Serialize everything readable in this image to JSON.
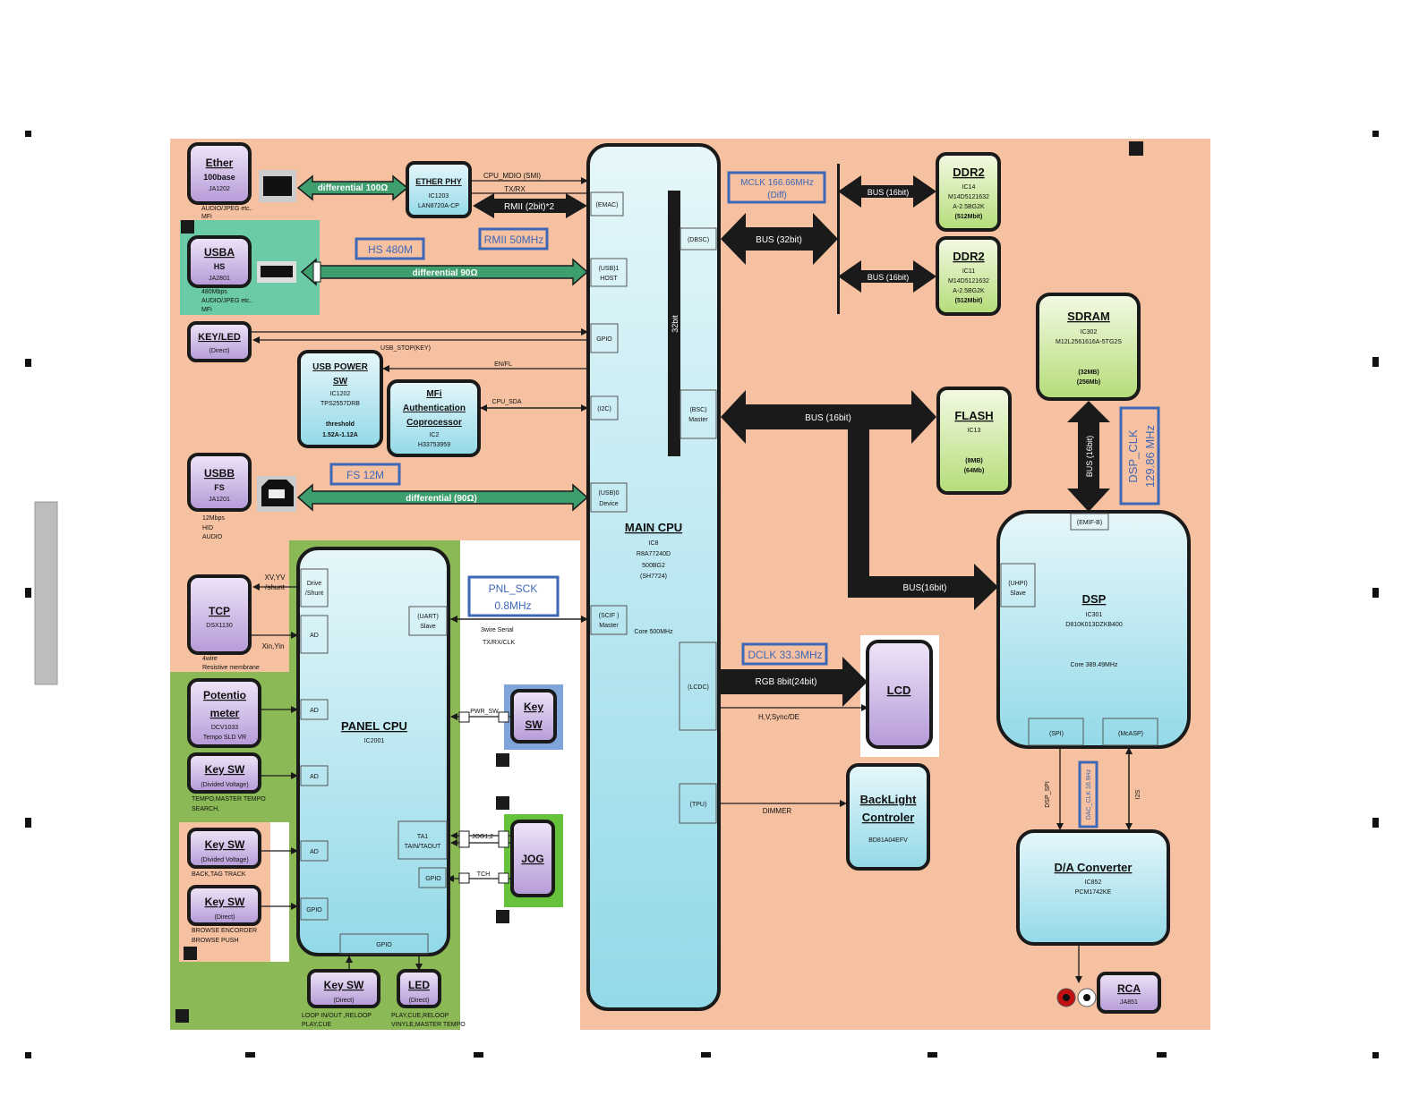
{
  "colors": {
    "salmon": "#f5c1a1",
    "green_zone": "#8ab956",
    "teal_zone": "#6bcba6",
    "blue_zone": "#7ea4d9",
    "jog_zone": "#66c23a",
    "chip_purple_top": "#efe5f8",
    "chip_purple_bottom": "#b59ad8",
    "chip_cyan_top": "#e6f7fa",
    "chip_cyan_bottom": "#93d9e8",
    "chip_green_top": "#f3fae4",
    "chip_green_bottom": "#b4dc78",
    "bus_black": "#1a1a1a",
    "diff_green": "#3e9e6e",
    "clock_blue": "#3e67b6"
  },
  "blocks": {
    "ether": {
      "title": "Ether",
      "sub": "100base",
      "ic": "JA1202",
      "note1": "AUDIO/JPEG etc..",
      "note2": "MFi"
    },
    "usba": {
      "title": "USBA",
      "sub": "HS",
      "ic": "JA2801",
      "note1": "480Mbps",
      "note2": "AUDIO/JPEG etc..",
      "note3": "MFi"
    },
    "keyled": {
      "title": "KEY/LED",
      "sub": "(Direct)"
    },
    "usb_power": {
      "title1": "USB POWER",
      "title2": "SW",
      "ic": "IC1202",
      "part": "TPS2557DRB",
      "th1": "threshold",
      "th2": "1.52A-1.12A"
    },
    "mfi": {
      "title1": "MFi",
      "title2": "Authentication",
      "title3": "Coprocessor",
      "ic": "IC2",
      "part": "H33753959"
    },
    "usbb": {
      "title": "USBB",
      "sub": "FS",
      "ic": "JA1201",
      "note1": "12Mbps",
      "note2": "HID",
      "note3": "AUDIO"
    },
    "ether_phy": {
      "title": "ETHER PHY",
      "ic": "IC1203",
      "part": "LAN8720A-CP"
    },
    "tcp": {
      "title": "TCP",
      "part": "DSX1130",
      "note1": "4wire",
      "note2": "Resistive membrane"
    },
    "potentio": {
      "title1": "Potentio",
      "title2": "meter",
      "part": "DCV1033",
      "note": "Tempo SLD VR"
    },
    "keysw1": {
      "title": "Key SW",
      "sub": "(Divided Voltage)",
      "note1": "TEMPO,MASTER TEMPO",
      "note2": "SEARCH,"
    },
    "keysw2": {
      "title": "Key SW",
      "sub": "(Divided Voltage)",
      "note1": "BACK,TAG TRACK"
    },
    "keysw3": {
      "title": "Key SW",
      "sub": "(Direct)",
      "note1": "BROWSE ENCORDER",
      "note2": "BROWSE PUSH"
    },
    "keysw4": {
      "title": "Key SW",
      "sub": "(Direct)",
      "note1": "LOOP IN/OUT ,RELOOP",
      "note2": "PLAY,CUE"
    },
    "led": {
      "title": "LED",
      "sub": "(Direct)",
      "note1": "PLAY,CUE,RELOOP",
      "note2": "VINYLE,MASTER TEMPO"
    },
    "panel_cpu": {
      "title": "PANEL CPU",
      "ic": "IC2001",
      "p_drive1": "Drive",
      "p_drive2": "/Shunt",
      "p_ad": "AD",
      "p_uart1": "(UART)",
      "p_uart2": "Slave",
      "p_ta1": "TA1",
      "p_ta2": "TAIN/TAOUT",
      "p_gpio": "GPIO"
    },
    "keysw_pwr": {
      "title1": "Key",
      "title2": "SW"
    },
    "jog": {
      "title": "JOG"
    },
    "main_cpu": {
      "title": "MAIN CPU",
      "ic": "IC8",
      "part1": "R8A77240D",
      "part2": "500BG2",
      "part3": "(SH7724)",
      "core": "Core 500MHz",
      "bus_label": "32bit",
      "p_emac": "(EMAC)",
      "p_usb1a": "(USB)1",
      "p_usb1b": "HOST",
      "p_gpio": "GPIO",
      "p_i2c": "(I2C)",
      "p_usb0a": "(USB)0",
      "p_usb0b": "Device",
      "p_scifa": "(SCIF )",
      "p_scifb": "Master",
      "p_dbsc": "(DBSC)",
      "p_bsca": "(BSC)",
      "p_bscb": "Master",
      "p_lcdc": "(LCDC)",
      "p_tpu": "(TPU)"
    },
    "ddr2a": {
      "title": "DDR2",
      "ic": "IC14",
      "part1": "M14D5121632",
      "part2": "A-2.5BG2K",
      "size": "(512Mbit)"
    },
    "ddr2b": {
      "title": "DDR2",
      "ic": "IC11",
      "part1": "M14D5121632",
      "part2": "A-2.5BG2K",
      "size": "(512Mbit)"
    },
    "sdram": {
      "title": "SDRAM",
      "ic": "IC302",
      "part": "M12L2561616A-5TG2S",
      "size1": "(32MB)",
      "size2": "(256Mb)"
    },
    "flash": {
      "title": "FLASH",
      "ic": "IC13",
      "size1": "(8MB)",
      "size2": "(64Mb)"
    },
    "dsp": {
      "title": "DSP",
      "ic": "IC301",
      "part": "D810K013DZKB400",
      "core": "Core  389.49MHz",
      "p_emif": "(EMIF-B)",
      "p_uhpi1": "(UHPI)",
      "p_uhpi2": "Slave",
      "p_spi": "(SPI)",
      "p_mcasp": "(McASP)"
    },
    "lcd": {
      "title": "LCD"
    },
    "backlight": {
      "title1": "BackLight",
      "title2": "Controler",
      "part": "BD81A04EFV"
    },
    "dac": {
      "title": "D/A Converter",
      "ic": "IC852",
      "part": "PCM1742KE"
    },
    "rca": {
      "title": "RCA",
      "ic": "JA851"
    }
  },
  "links": {
    "diff100": "differential 100Ω",
    "diff90a": "differential 90Ω",
    "diff90b": "differential  (90Ω)",
    "cpu_mdio": "CPU_MDIO (SMI)",
    "txrx": "TX/RX",
    "rmii": "RMII  (2bit)*2",
    "usb_stop": "USB_STOP(KEY)",
    "enfl": "EN/FL",
    "cpu_sda": "CPU_SDA",
    "bus32": "BUS (32bit)",
    "bus16a": "BUS (16bit)",
    "bus16b": "BUS (16bit)",
    "bus16_flash": "BUS (16bit)",
    "bus16_dsp": "BUS(16bit)",
    "bus16_sdram": "BUS (16bit)",
    "rgb": "RGB 8bit(24bit)",
    "hv": "H,V,Sync/DE",
    "dimmer": "DIMMER",
    "serial1": "3wire Serial",
    "serial2": "TX/RX/CLK",
    "xvyv1": "XV,YV",
    "xvyv2": "/shunt",
    "xinyin": "Xin,Yin",
    "pwr_sw": "PWR_SW",
    "jog12": "JOG1,2",
    "tch": "TCH",
    "dsp_spi": "DSP_SPI",
    "i2s": "I2S"
  },
  "clocks": {
    "hs": "HS 480M",
    "rmii": "RMII 50MHz",
    "fs": "FS 12M",
    "mclk1": "MCLK 166.66MHz",
    "mclk2": "(Diff)",
    "pnl1": "PNL_SCK",
    "pnl2": "0.8MHz",
    "dclk": "DCLK 33.3MHz",
    "dspclk1": "DSP_CLK",
    "dspclk2": "129.86 MHz",
    "dacclk": "DAC_CLK 16.9Hz"
  }
}
